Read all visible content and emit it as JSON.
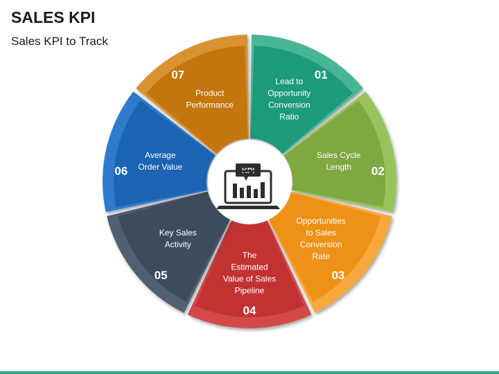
{
  "header": {
    "title": "SALES KPI",
    "subtitle": "Sales KPI to Track"
  },
  "center": {
    "tag": "KPI",
    "icon": "laptop-chart-icon"
  },
  "segments": [
    {
      "number": "01",
      "lines": [
        "Lead to",
        "Opportunity",
        "Conversion",
        "Ratio"
      ],
      "color": "#1e9a7a",
      "rim": "#49b597"
    },
    {
      "number": "02",
      "lines": [
        "Sales Cycle",
        "Length"
      ],
      "color": "#7ea843",
      "rim": "#98c25c"
    },
    {
      "number": "03",
      "lines": [
        "Opportunities",
        "to Sales",
        "Conversion",
        "Rate"
      ],
      "color": "#ef9119",
      "rim": "#f6a83c"
    },
    {
      "number": "04",
      "lines": [
        "The",
        "Estimated",
        "Value of Sales",
        "Pipeline"
      ],
      "color": "#c23131",
      "rim": "#d34a49"
    },
    {
      "number": "05",
      "lines": [
        "Key Sales",
        "Activity"
      ],
      "color": "#3d4b5c",
      "rim": "#515f72"
    },
    {
      "number": "06",
      "lines": [
        "Average",
        "Order Value"
      ],
      "color": "#1d63b2",
      "rim": "#2f7acb"
    },
    {
      "number": "07",
      "lines": [
        "Product",
        "Performance"
      ],
      "color": "#c57510",
      "rim": "#d89230"
    }
  ]
}
